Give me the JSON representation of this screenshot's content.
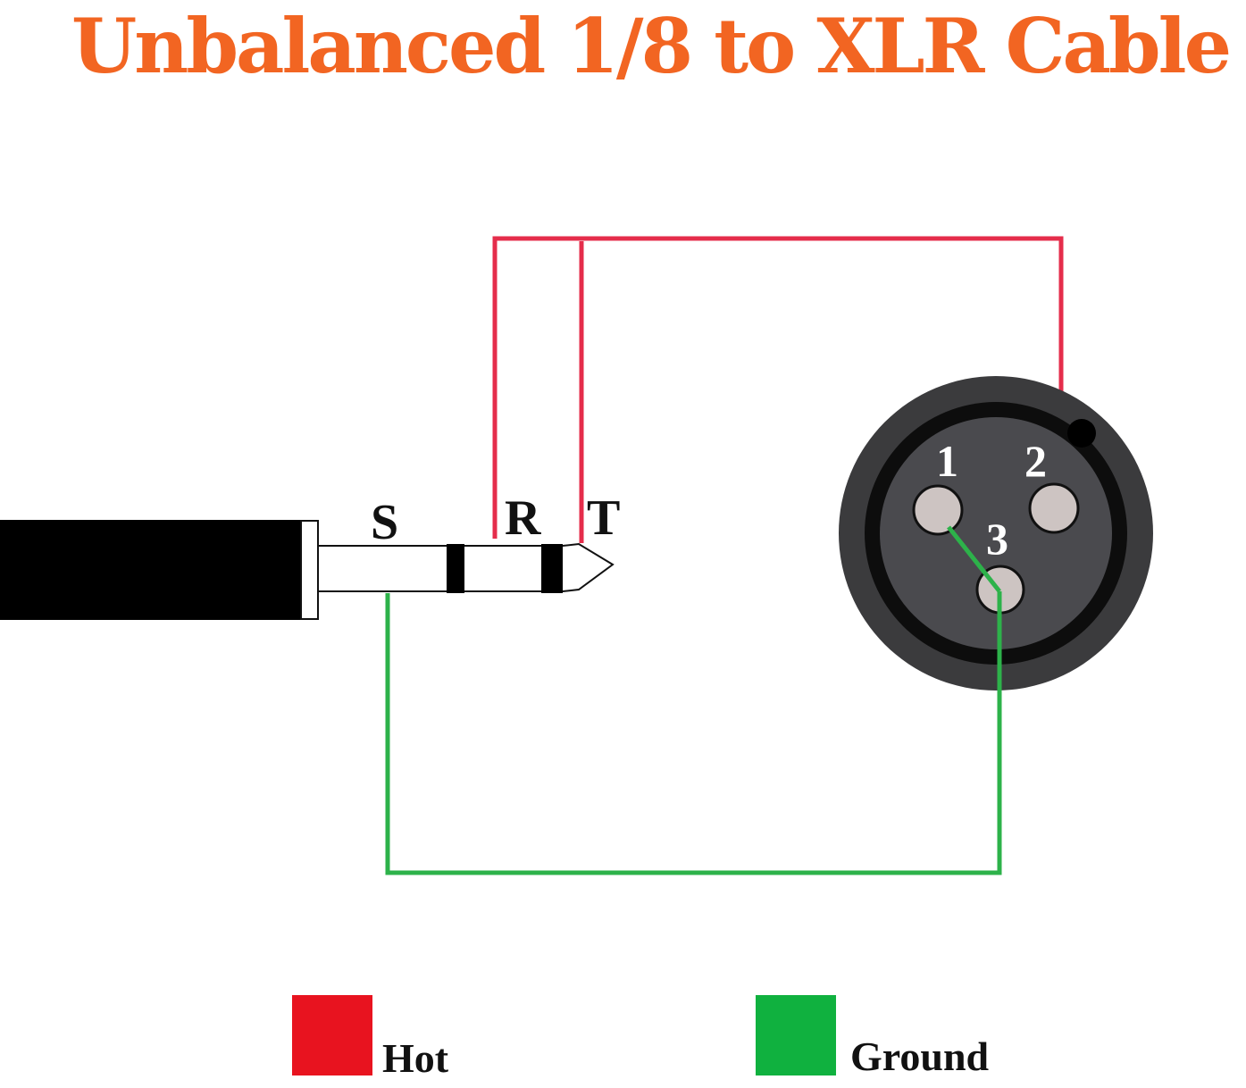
{
  "title": "Unbalanced 1/8 to XLR Cable",
  "trs": {
    "sleeve_label": "S",
    "ring_label": "R",
    "tip_label": "T"
  },
  "xlr": {
    "pin1_label": "1",
    "pin2_label": "2",
    "pin3_label": "3"
  },
  "legend": [
    {
      "label": "Hot",
      "color": "#e8131f"
    },
    {
      "label": "Ground",
      "color": "#10b13f"
    }
  ],
  "colors": {
    "title": "#f26522",
    "hot_wire": "#e52d4b",
    "ground_wire": "#2db24a",
    "cable_body": "#000000",
    "xlr_outer": "#3b3b3d",
    "xlr_face": "#4a4a4e",
    "xlr_pin": "#cdc4c2"
  },
  "connections": [
    {
      "from": "R",
      "to": "2",
      "type": "Hot"
    },
    {
      "from": "T",
      "to": "2",
      "type": "Hot"
    },
    {
      "from": "S",
      "to": "3",
      "type": "Ground"
    },
    {
      "from": "1",
      "to": "3",
      "type": "Ground"
    }
  ]
}
